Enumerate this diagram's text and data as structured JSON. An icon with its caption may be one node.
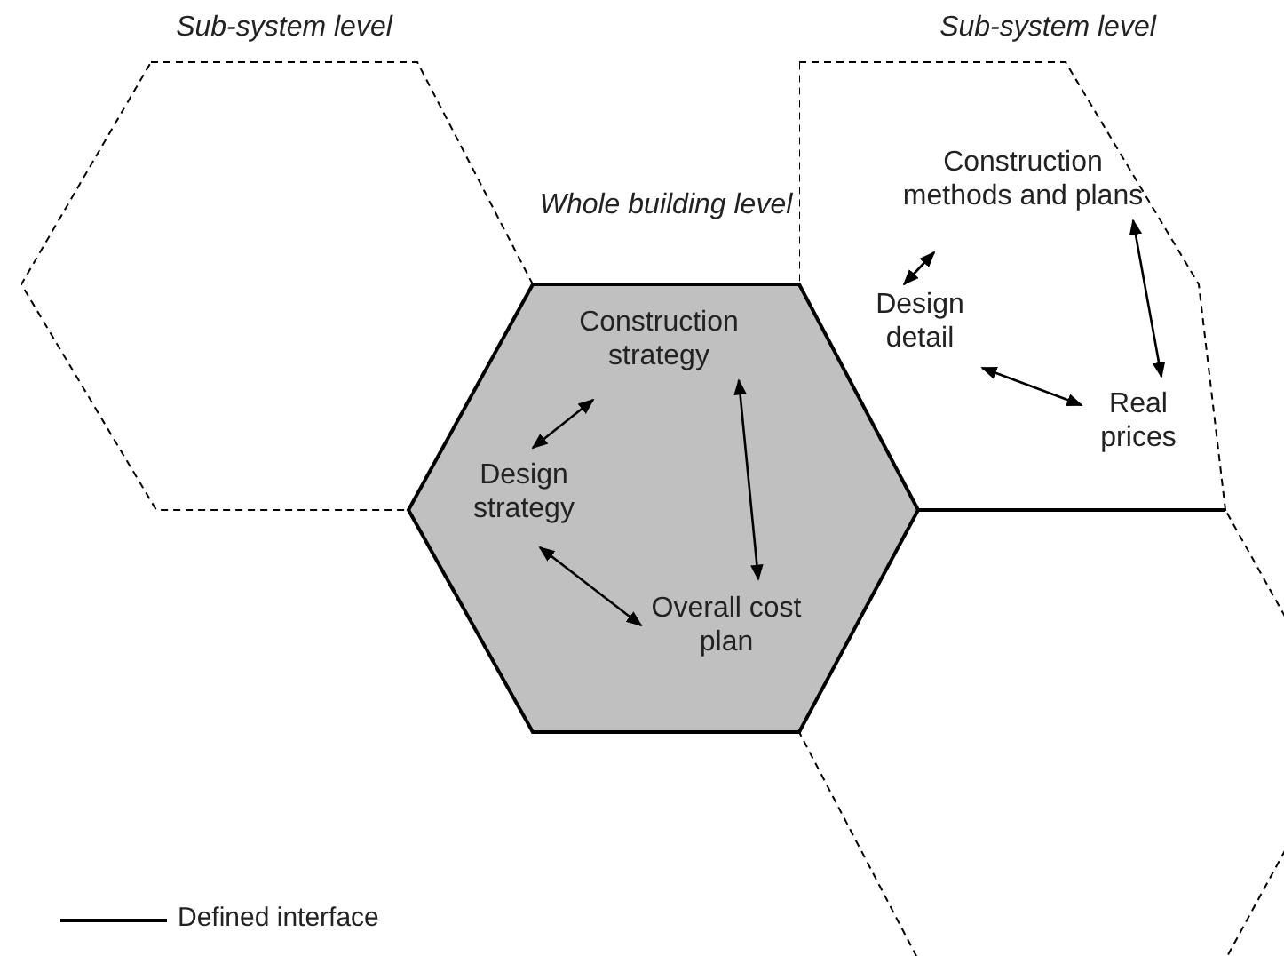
{
  "diagram": {
    "nodes": [
      {
        "text": [
          "Sub-system level"
        ]
      },
      {
        "text": [
          "Sub-system level"
        ]
      },
      {
        "text": [
          "Whole building level"
        ]
      },
      {
        "text": [],
        "shape": "hexagon"
      },
      {
        "text": [
          "Construction strategy"
        ],
        "in": 2
      },
      {
        "text": [
          "Design strategy"
        ],
        "in": 2
      },
      {
        "text": [
          "Overall cost plan"
        ],
        "in": 2
      },
      {
        "text": [
          "Construction methods and plans"
        ],
        "in": 1
      },
      {
        "text": [
          "Design detail"
        ],
        "in": 1
      },
      {
        "text": [
          "Real prices"
        ],
        "in": 1
      }
    ],
    "edges": [
      {
        "from": 5,
        "to": 4,
        "arrow": "both"
      },
      {
        "from": 4,
        "to": 6,
        "arrow": "both"
      },
      {
        "from": 5,
        "to": 6,
        "arrow": "both"
      },
      {
        "from": 8,
        "to": 7,
        "arrow": "both"
      },
      {
        "from": 7,
        "to": 9,
        "arrow": "both"
      },
      {
        "from": 8,
        "to": 9,
        "arrow": "both"
      }
    ],
    "legend": [
      {
        "text": "Defined interface"
      }
    ]
  }
}
